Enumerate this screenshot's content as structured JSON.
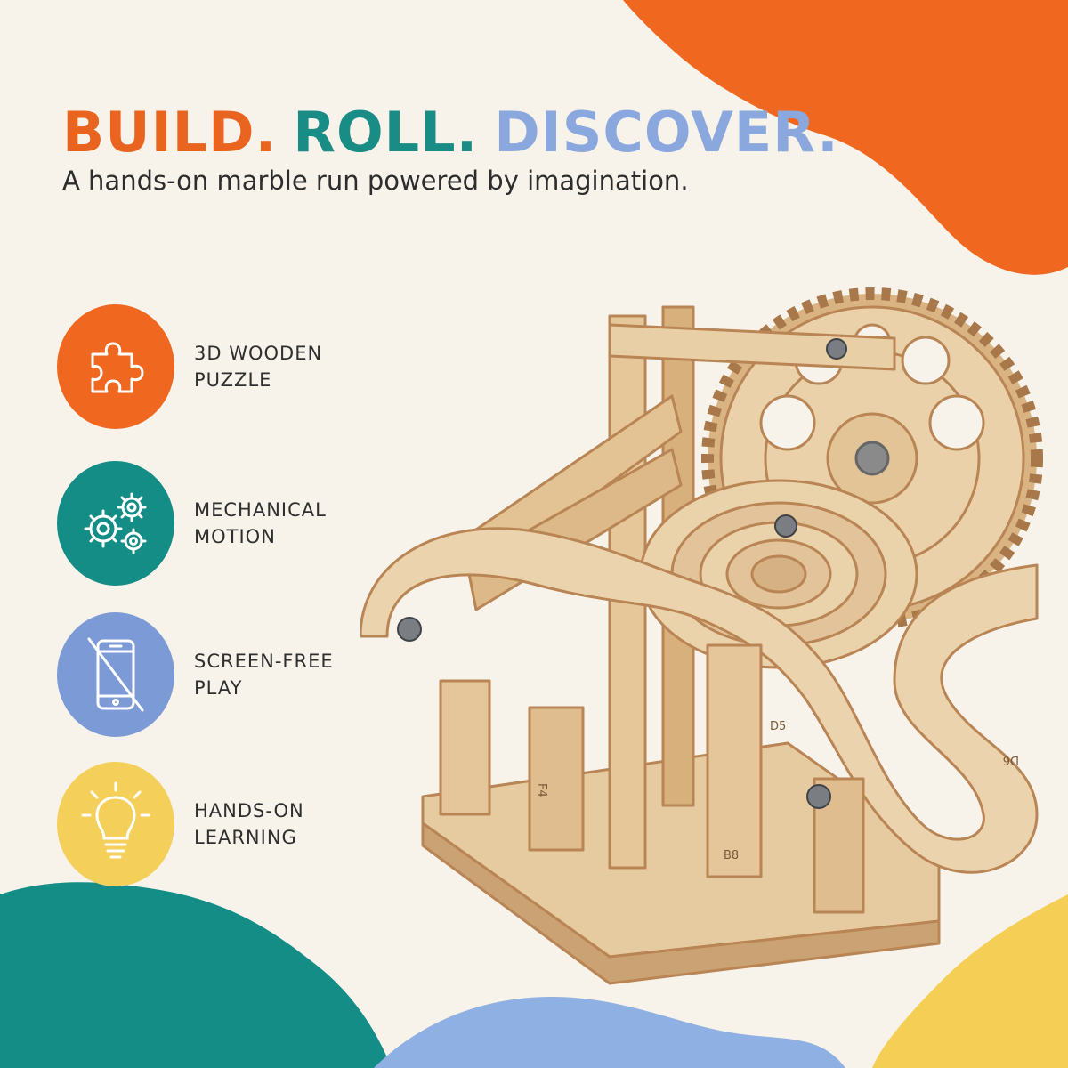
{
  "headline": {
    "words": [
      {
        "text": "BUILD.",
        "color": "#e8641f"
      },
      {
        "text": "ROLL.",
        "color": "#1a8c86"
      },
      {
        "text": "DISCOVER.",
        "color": "#8aa8dd"
      }
    ]
  },
  "tagline": "A hands-on marble run powered by imagination.",
  "features": [
    {
      "line1": "3D WOODEN",
      "line2": "PUZZLE",
      "icon": "puzzle-piece-icon",
      "color": "#f06820"
    },
    {
      "line1": "MECHANICAL",
      "line2": "MOTION",
      "icon": "gears-icon",
      "color": "#138d86"
    },
    {
      "line1": "SCREEN-FREE",
      "line2": "PLAY",
      "icon": "no-phone-icon",
      "color": "#7b9ad6"
    },
    {
      "line1": "HANDS-ON",
      "line2": "LEARNING",
      "icon": "lightbulb-icon",
      "color": "#f4cf5a"
    }
  ],
  "product": {
    "track_labels": {
      "d5": "D5",
      "d6": "D6",
      "b8": "B8",
      "f4": "F4"
    }
  },
  "colors": {
    "background": "#f7f2ea",
    "orange": "#f06820",
    "teal": "#138d86",
    "blue": "#8fb0e2",
    "yellow": "#f5cf55",
    "wood": "#e9cfa5"
  }
}
